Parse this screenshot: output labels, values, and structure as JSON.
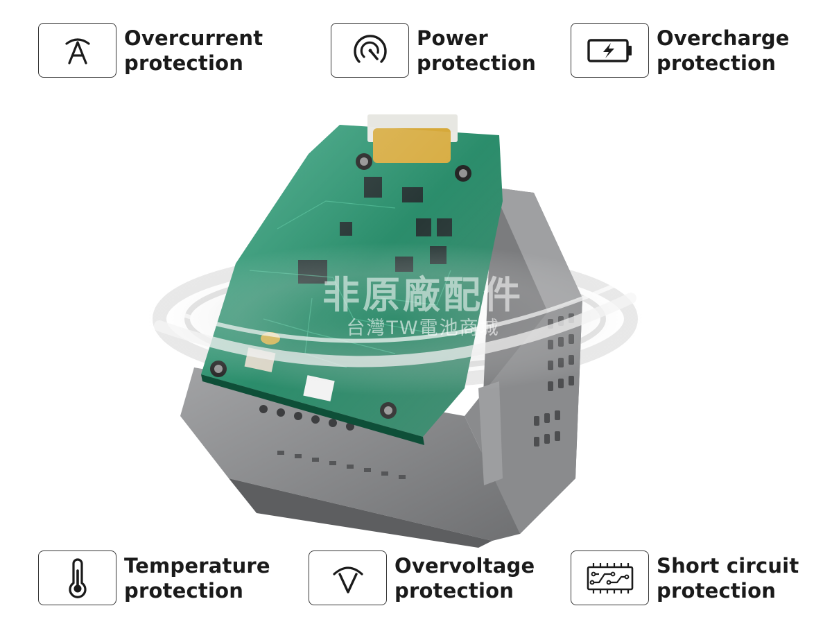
{
  "features": [
    {
      "id": "overcurrent",
      "icon": "ampere-icon",
      "lines": [
        "Overcurrent",
        "protection"
      ]
    },
    {
      "id": "power",
      "icon": "gauge-icon",
      "lines": [
        "Power",
        "protection"
      ]
    },
    {
      "id": "overcharge",
      "icon": "battery-bolt-icon",
      "lines": [
        "Overcharge",
        "protection"
      ]
    },
    {
      "id": "temperature",
      "icon": "thermometer-icon",
      "lines": [
        "Temperature",
        "protection"
      ]
    },
    {
      "id": "overvoltage",
      "icon": "volt-icon",
      "lines": [
        "Overvoltage",
        "protection"
      ]
    },
    {
      "id": "short-circuit",
      "icon": "circuit-chip-icon",
      "lines": [
        "Short circuit",
        "protection"
      ]
    }
  ],
  "watermark": {
    "main": "非原廠配件",
    "sub": "台灣TW電池商城"
  },
  "colors": {
    "pcb_green": "#1f8a68",
    "housing_gray": "#8b8c8e",
    "icon_stroke": "#1a1a1a",
    "box_border": "#333333"
  }
}
